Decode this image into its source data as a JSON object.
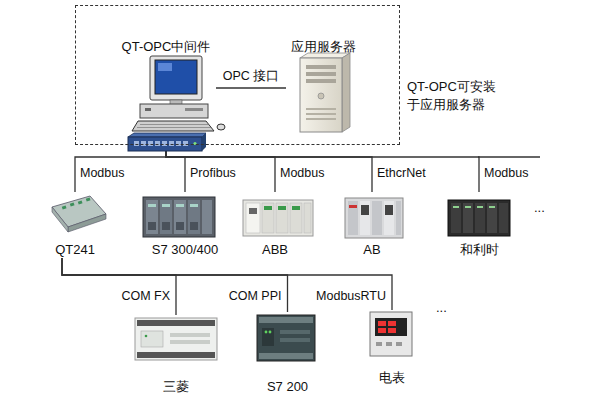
{
  "diagram": {
    "nodes": [
      {
        "text": [
          "QT-OPC可安装 于应用服务器"
        ]
      },
      {
        "text": [
          "QT-OPC中间件"
        ],
        "in": 0
      },
      {
        "text": [
          "应用服务器"
        ],
        "in": 0
      },
      {
        "text": [
          "QT241"
        ]
      },
      {
        "text": [
          "S7 300/400"
        ]
      },
      {
        "text": [
          "ABB"
        ]
      },
      {
        "text": [
          "AB"
        ]
      },
      {
        "text": [
          "和利时"
        ]
      },
      {
        "text": [
          "三菱"
        ]
      },
      {
        "text": [
          "S7 200"
        ]
      },
      {
        "text": [
          "电表"
        ]
      }
    ],
    "edges": [
      {
        "from": 1,
        "to": 2,
        "label": "OPC 接口",
        "arrow": "none"
      },
      {
        "from": 1,
        "to": 3,
        "label": "Modbus",
        "arrow": "none"
      },
      {
        "from": 1,
        "to": 4,
        "label": "Profibus",
        "arrow": "none"
      },
      {
        "from": 1,
        "to": 5,
        "label": "Modbus",
        "arrow": "none"
      },
      {
        "from": 1,
        "to": 6,
        "label": "EthcrNet",
        "arrow": "none"
      },
      {
        "from": 1,
        "to": 7,
        "label": "Modbus",
        "arrow": "none"
      },
      {
        "from": 3,
        "to": 8,
        "label": "COM FX",
        "arrow": "none"
      },
      {
        "from": 3,
        "to": 9,
        "label": "COM PPI",
        "arrow": "none"
      },
      {
        "from": 3,
        "to": 10,
        "label": "ModbusRTU",
        "arrow": "none"
      }
    ],
    "labels": [
      "...",
      "..."
    ]
  }
}
